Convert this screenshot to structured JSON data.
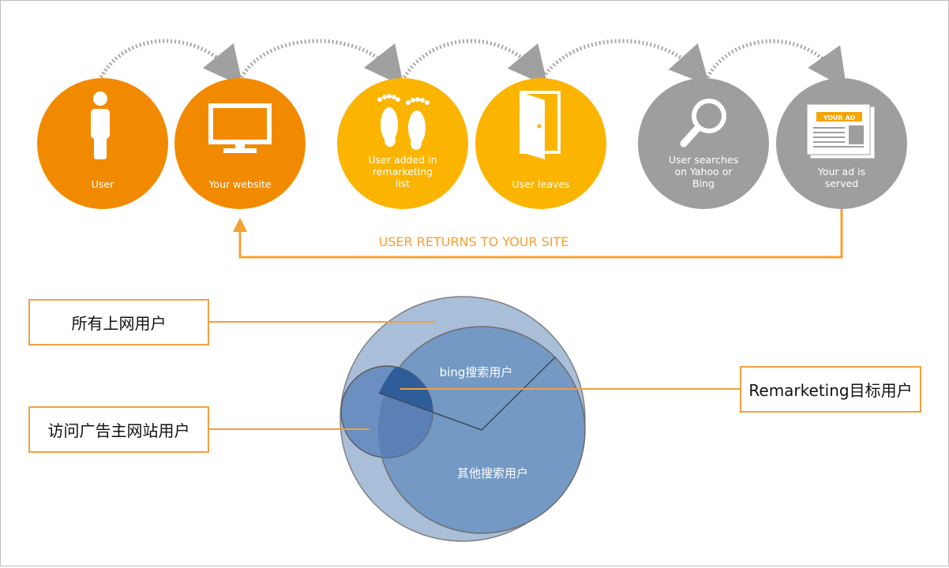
{
  "flow": {
    "steps": [
      {
        "label": "User",
        "icon": "person-icon",
        "color": "#f28a00"
      },
      {
        "label": "Your website",
        "icon": "monitor-icon",
        "color": "#f28a00"
      },
      {
        "label": "User added in remarketing list",
        "icon": "footprints-icon",
        "color": "#fbb400"
      },
      {
        "label": "User leaves",
        "icon": "door-icon",
        "color": "#fbb400"
      },
      {
        "label": "User searches on Yahoo or Bing",
        "icon": "magnifier-icon",
        "color": "#9e9e9e"
      },
      {
        "label": "Your ad is served",
        "icon": "newspaper-icon",
        "color": "#9e9e9e"
      }
    ],
    "ad_badge": "YOUR AD",
    "return_label": "USER RETURNS TO YOUR SITE",
    "accent": "#f5a030"
  },
  "venn": {
    "outer_label": "所有上网用户",
    "bing_label": "bing搜索用户",
    "other_label": "其他搜索用户",
    "site_label": "访问广告主网站用户",
    "target_label": "Remarketing目标用户",
    "colors": {
      "outer": "#a9bfd9",
      "bing": "#7399c4",
      "site": "#6b8fc0",
      "overlap": "#2e5d99",
      "stroke": "#808080"
    }
  }
}
